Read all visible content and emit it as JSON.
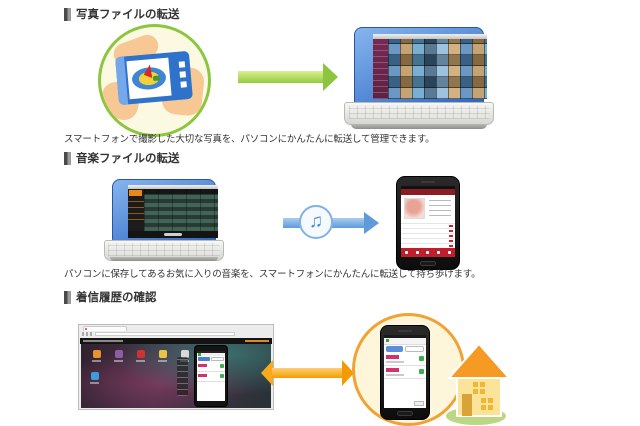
{
  "page": {
    "background": "#ffffff",
    "heading_text_color": "#333333"
  },
  "sections": [
    {
      "heading": "写真ファイルの転送",
      "caption": "スマートフォンで撮影した大切な写真を、パソコンにかんたんに転送して管理できます。",
      "flow": {
        "direction": "right",
        "arrow_color": "#8cc63f",
        "from": "smartphone-camera",
        "to": "pc-photo-library"
      }
    },
    {
      "heading": "音楽ファイルの転送",
      "caption": "パソコンに保存してあるお気に入りの音楽を、スマートフォンにかんたんに転送して持ち歩けます。",
      "flow": {
        "direction": "right",
        "arrow_color": "#5f9ada",
        "icon": "music-note",
        "icon_glyph": "♫",
        "from": "pc-music-library",
        "to": "smartphone-music-player"
      }
    },
    {
      "heading": "着信履歴の確認",
      "flow": {
        "direction": "both",
        "arrow_color": "#f49c00",
        "from": "pc-browser-screen",
        "to": "smartphone-at-home"
      }
    }
  ],
  "colors": {
    "photo_circle_border": "#8cc63f",
    "call_circle_border": "#f0a232",
    "circle_fill": "#fdf6da",
    "laptop_blue": "#2e66c2",
    "music_app_red": "#bf1f2c"
  }
}
